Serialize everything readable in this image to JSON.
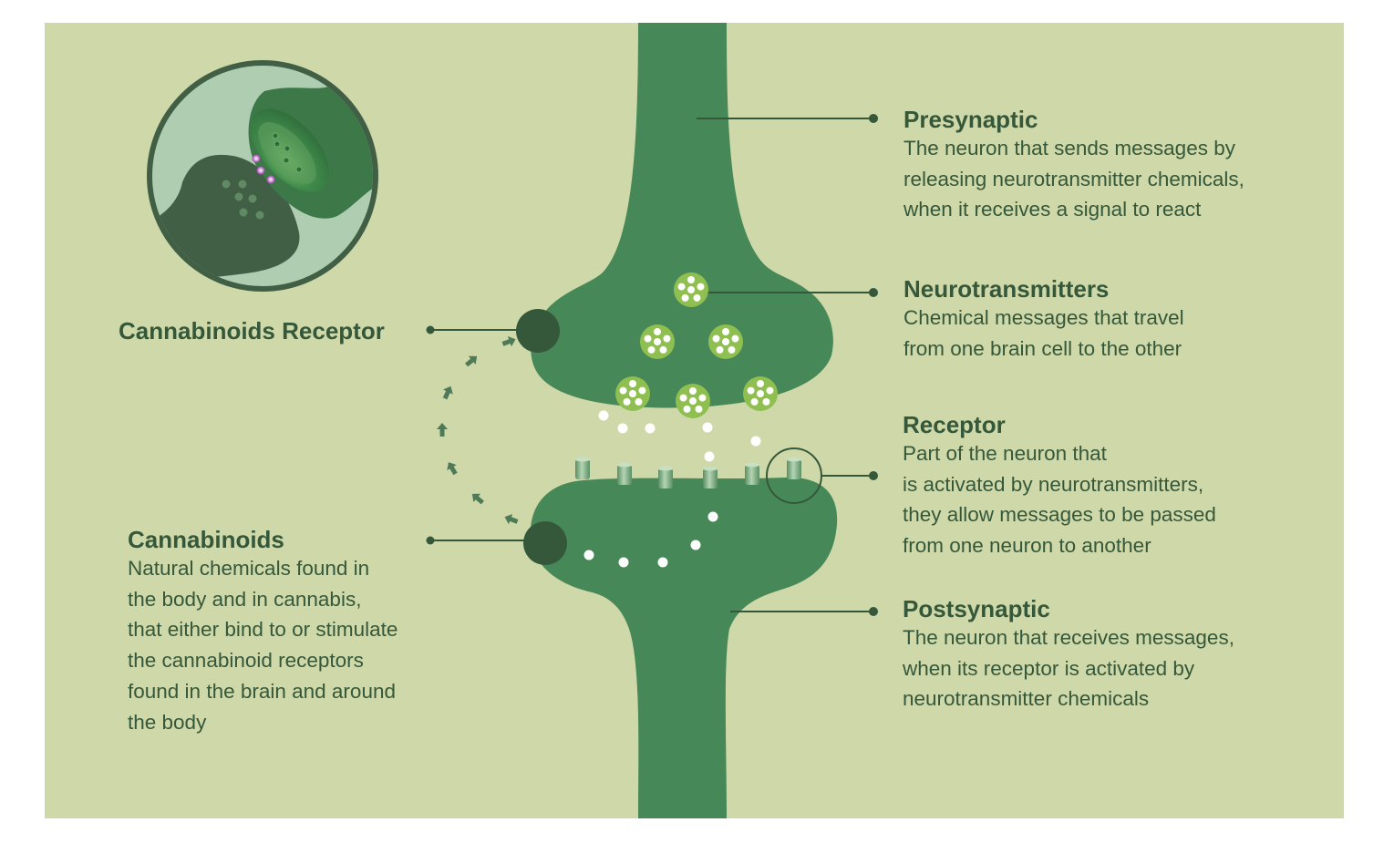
{
  "colors": {
    "background": "#cfd8a8",
    "neuron": "#468857",
    "dark": "#35583a",
    "vesicle": "#8fbf50",
    "inset_bg": "#afcdb0"
  },
  "labels": {
    "presynaptic": {
      "title": "Presynaptic",
      "description": "The neuron that sends messages by\nreleasing neurotransmitter chemicals,\nwhen it receives a signal to react"
    },
    "neurotransmitters": {
      "title": "Neurotransmitters",
      "description": "Chemical messages that travel\nfrom one brain cell to the other"
    },
    "receptor": {
      "title": "Receptor",
      "description": "Part of the neuron that\nis activated by neurotransmitters,\nthey allow messages to be passed\nfrom one neuron to another"
    },
    "postsynaptic": {
      "title": "Postsynaptic",
      "description": "The neuron that receives messages,\nwhen its receptor is activated by\nneurotransmitter chemicals"
    },
    "cannabinoids_receptor": {
      "title": "Cannabinoids Receptor"
    },
    "cannabinoids": {
      "title": "Cannabinoids",
      "description": "Natural chemicals found in\nthe body and in cannabis,\nthat either bind to or stimulate\nthe cannabinoid receptors\nfound in the brain and around\nthe body"
    }
  },
  "icons": {
    "inset": "synapse-closeup-icon",
    "vesicle": "vesicle-icon",
    "arrow": "arrow-icon"
  }
}
